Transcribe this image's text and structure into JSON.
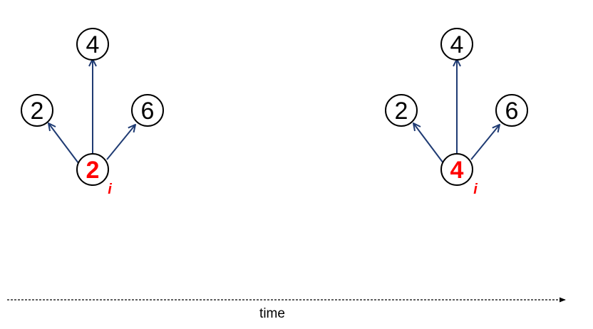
{
  "colors": {
    "edge": "#1f3b73",
    "highlight": "#ff0000",
    "node_stroke": "#000000",
    "timeline": "#000000"
  },
  "diagrams": [
    {
      "center": {
        "value": "2",
        "subscript": "i"
      },
      "neighbors": {
        "left": "2",
        "top": "4",
        "right": "6"
      }
    },
    {
      "center": {
        "value": "4",
        "subscript": "i"
      },
      "neighbors": {
        "left": "2",
        "top": "4",
        "right": "6"
      }
    }
  ],
  "timeline": {
    "label": "time"
  }
}
